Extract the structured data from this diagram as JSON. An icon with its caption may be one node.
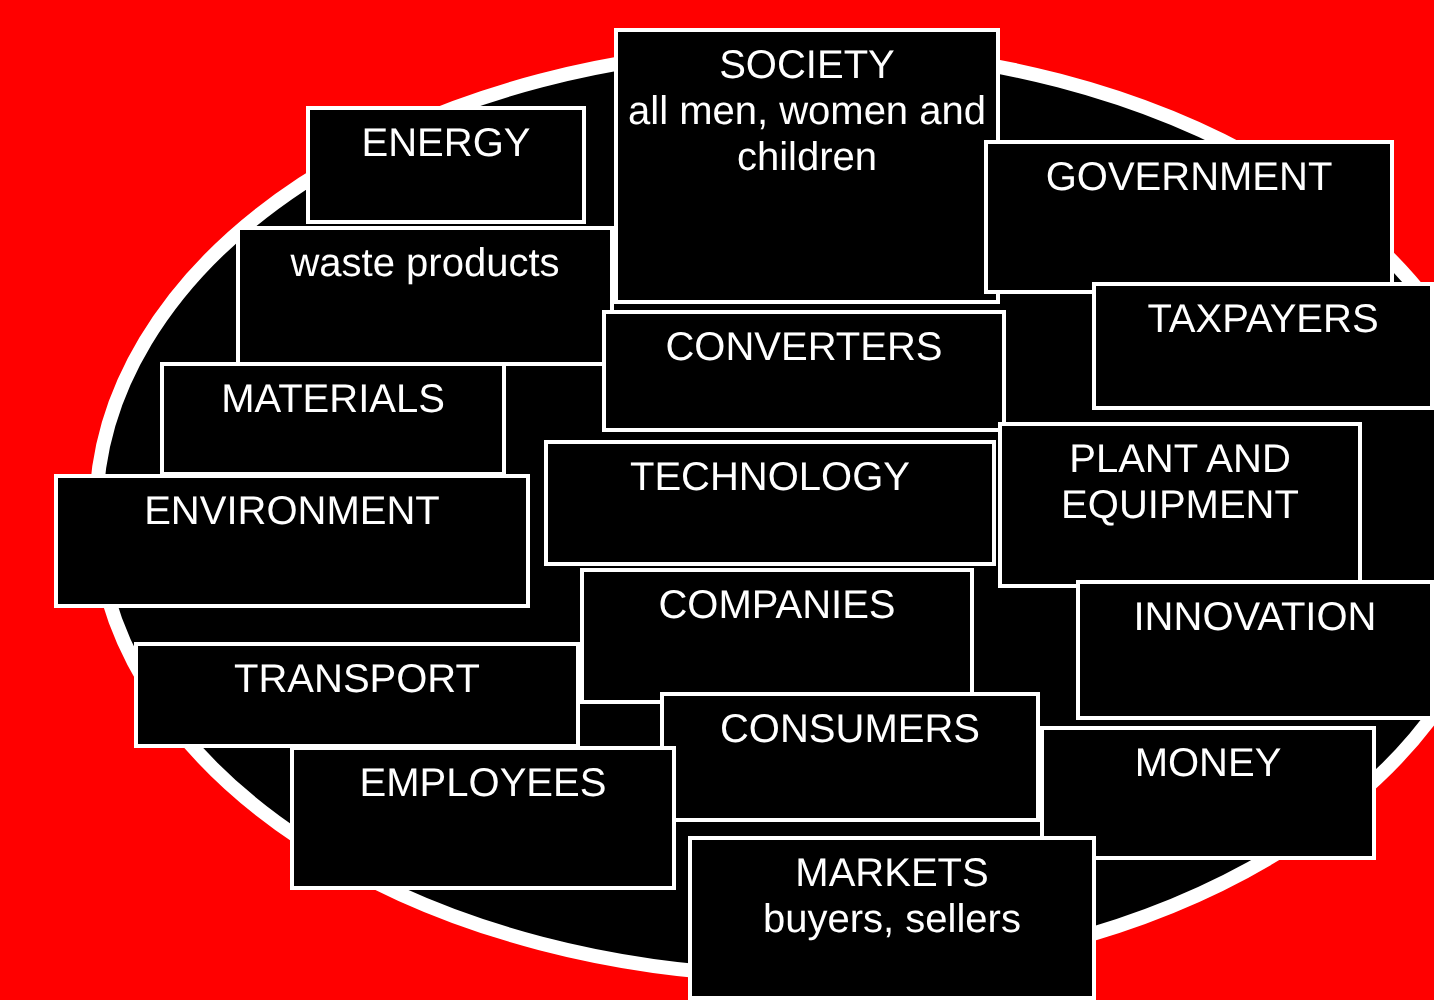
{
  "diagram": {
    "nodes": [
      {
        "text": [
          "ENERGY"
        ]
      },
      {
        "text": [
          "SOCIETY",
          "all men, women and children"
        ]
      },
      {
        "text": [
          "GOVERNMENT"
        ]
      },
      {
        "text": [
          "waste products"
        ]
      },
      {
        "text": [
          "TAXPAYERS"
        ]
      },
      {
        "text": [
          "CONVERTERS"
        ]
      },
      {
        "text": [
          "MATERIALS"
        ]
      },
      {
        "text": [
          "TECHNOLOGY"
        ]
      },
      {
        "text": [
          "PLANT AND EQUIPMENT"
        ]
      },
      {
        "text": [
          "ENVIRONMENT"
        ]
      },
      {
        "text": [
          "COMPANIES"
        ]
      },
      {
        "text": [
          "INNOVATION"
        ]
      },
      {
        "text": [
          "TRANSPORT"
        ]
      },
      {
        "text": [
          "CONSUMERS"
        ]
      },
      {
        "text": [
          "MONEY"
        ]
      },
      {
        "text": [
          "EMPLOYEES"
        ]
      },
      {
        "text": [
          "MARKETS",
          "buyers, sellers"
        ]
      }
    ]
  }
}
